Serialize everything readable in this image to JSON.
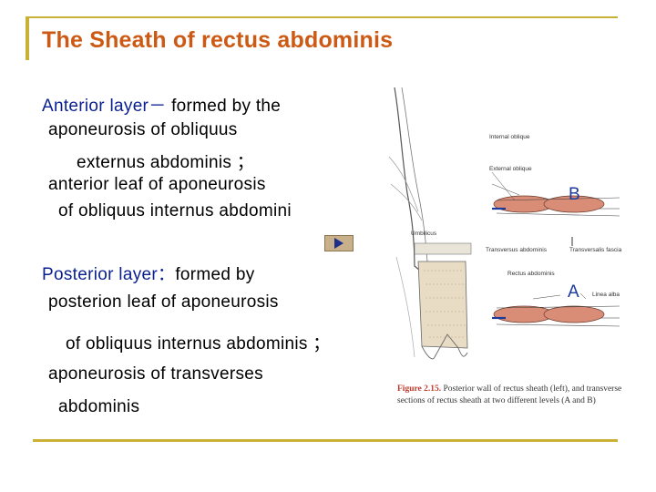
{
  "title": "The Sheath of rectus abdominis",
  "anterior": {
    "label": "Anterior layer",
    "dash": "－",
    "line1_rest": " formed by the",
    "line2": "aponeurosis of obliquus",
    "line3": "externus abdominis ；",
    "line4": "anterior leaf of aponeurosis",
    "line5": "of obliquus internus  abdomini"
  },
  "posterior": {
    "label": "Posterior layer",
    "colon": "：",
    "line1_rest": "formed by",
    "line2": "posterion leaf of aponeurosis",
    "line3": "of obliquus internus abdominis ；",
    "line4": "aponeurosis of transverses",
    "line5": "abdominis"
  },
  "figure": {
    "labels": {
      "internal_oblique": "Internal oblique",
      "external_oblique": "External oblique",
      "umbilicus": "Umbilicus",
      "transversus_abdominis": "Transversus abdominis",
      "transversalis_fascia": "Transversalis fascia",
      "rectus_abdominis": "Rectus abdominis",
      "linea_alba": "Linea alba",
      "letter_b": "B",
      "letter_a": "A"
    },
    "caption_num": "Figure 2.15.",
    "caption_text": " Posterior wall of rectus sheath (left), and transverse sections of rectus sheath at two different levels (A and B)"
  },
  "colors": {
    "title": "#cc5a14",
    "label_blue": "#0a1f8f",
    "rule_gold": "#c9b037"
  }
}
